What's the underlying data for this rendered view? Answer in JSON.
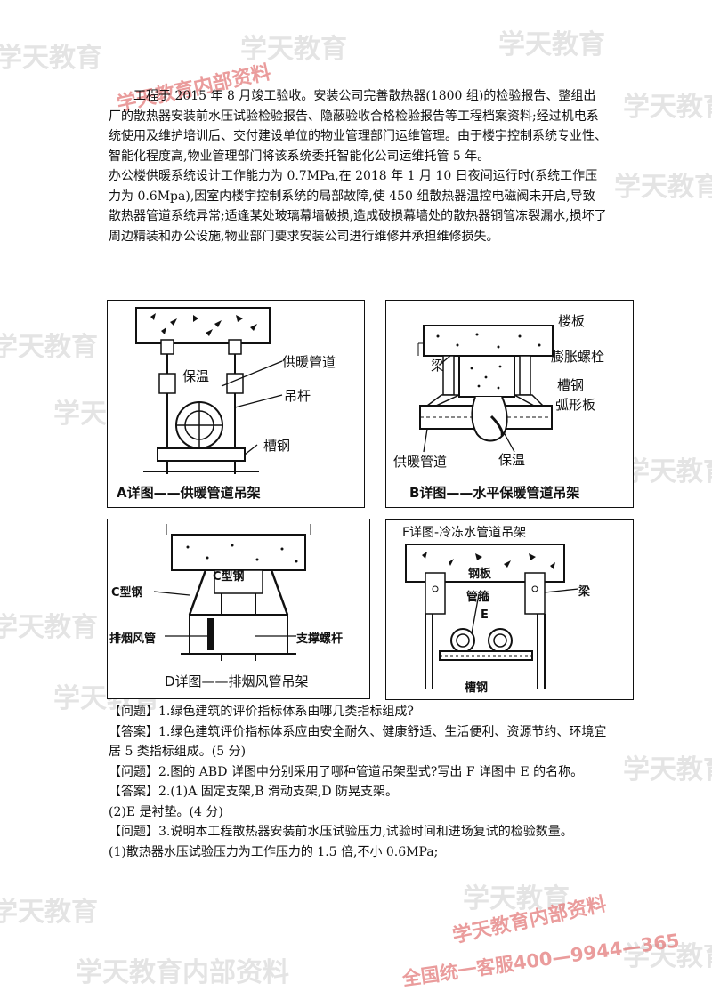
{
  "watermarks": {
    "background_text": "学天教育",
    "internal": "学天教育内部资料",
    "hotline": "全国统一客服400—9944—365"
  },
  "intro": {
    "p1": "工程于 2015 年 8 月竣工验收。安装公司完善散热器(1800 组)的检验报告、整组出厂的散热器安装前水压试验检验报告、隐蔽验收合格检验报告等工程档案资料;经过机电系统使用及维护培训后、交付建设单位的物业管理部门运维管理。由于楼宇控制系统专业性、智能化程度高,物业管理部门将该系统委托智能化公司运维托管 5 年。",
    "p2": "办公楼供暖系统设计工作能力为 0.7MPa,在 2018 年 1 月 10 日夜间运行时(系统工作压力为 0.6Mpa),因室内楼宇控制系统的局部故障,使 450 组散热器温控电磁阀未开启,导致散热器管道系统异常;适逢某处玻璃幕墙破损,造成破损幕墙处的散热器铜管冻裂漏水,损坏了周边精装和办公设施,物业部门要求安装公司进行维修并承担维修损失。"
  },
  "figures": {
    "A": {
      "caption": "A详图——供暖管道吊架",
      "labels": [
        "供暖管道",
        "保温",
        "吊杆",
        "槽钢"
      ]
    },
    "B": {
      "caption": "B详图——水平保暖管道吊架",
      "labels": [
        "楼板",
        "梁",
        "膨胀螺栓",
        "槽钢",
        "弧形板",
        "供暖管道",
        "保温"
      ]
    },
    "D": {
      "caption": "D详图——排烟风管吊架",
      "labels": [
        "C型钢",
        "C型钢",
        "排烟风管",
        "支撑螺杆"
      ]
    },
    "F": {
      "caption": "F详图-冷冻水管道吊架",
      "labels": [
        "钢板",
        "梁",
        "管箍",
        "E",
        "槽钢"
      ]
    }
  },
  "qa": {
    "q1": "【问题】1.绿色建筑的评价指标体系由哪几类指标组成?",
    "a1": "【答案】1.绿色建筑评价指标体系应由安全耐久、健康舒适、生活便利、资源节约、环境宜居 5 类指标组成。(5 分)",
    "q2": "【问题】2.图的 ABD 详图中分别采用了哪种管道吊架型式?写出 F 详图中 E 的名称。",
    "a2_1": "【答案】2.(1)A 固定支架,B 滑动支架,D 防晃支架。",
    "a2_2": "(2)E 是衬垫。(4 分)",
    "q3": "【问题】3.说明本工程散热器安装前水压试验压力,试验时间和进场复试的检验数量。",
    "a3_1": "(1)散热器水压试验压力为工作压力的 1.5 倍,不小 0.6MPa;"
  }
}
